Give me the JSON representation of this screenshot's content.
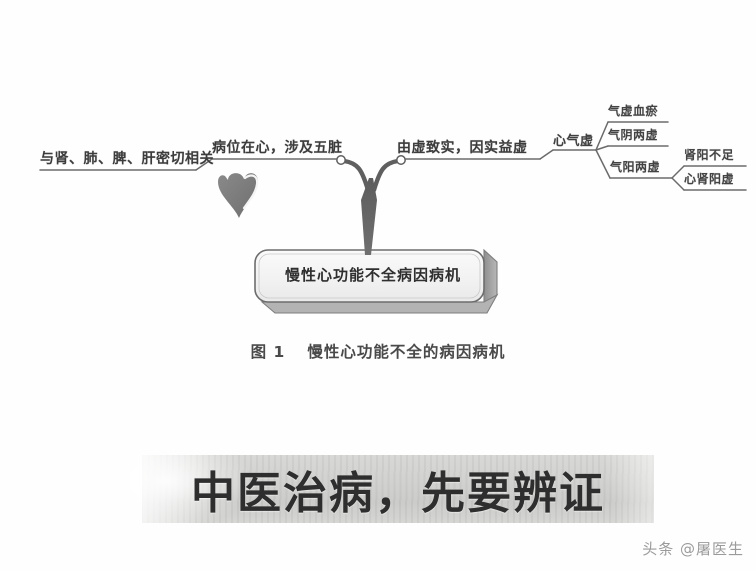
{
  "figure": {
    "caption_number": "图 1",
    "caption_title": "慢性心功能不全的病因病机",
    "center_node": "慢性心功能不全病因病机",
    "heart_icon": "heart-icon",
    "branches": {
      "left_main": "病位在心，涉及五脏",
      "left_sub": "与肾、肺、脾、肝密切相关",
      "right_main": "由虚致实，因实益虚",
      "right_sub": "心气虚",
      "right_leaves": [
        "气虚血瘀",
        "气阴两虚",
        "气阳两虚"
      ],
      "right_leaf_children": [
        "肾阳不足",
        "心肾阳虚"
      ]
    }
  },
  "banner": {
    "text": "中医治病，先要辨证"
  },
  "watermark": {
    "text": "头条 @屠医生"
  },
  "colors": {
    "ink": "#3a3a3a",
    "line": "#6b6b6b",
    "heart_fill": "#7d7d7d",
    "box_fill": "#f4f4f4",
    "box_shadow": "#9a9a9a",
    "banner_grey": "#cfcfcd"
  }
}
